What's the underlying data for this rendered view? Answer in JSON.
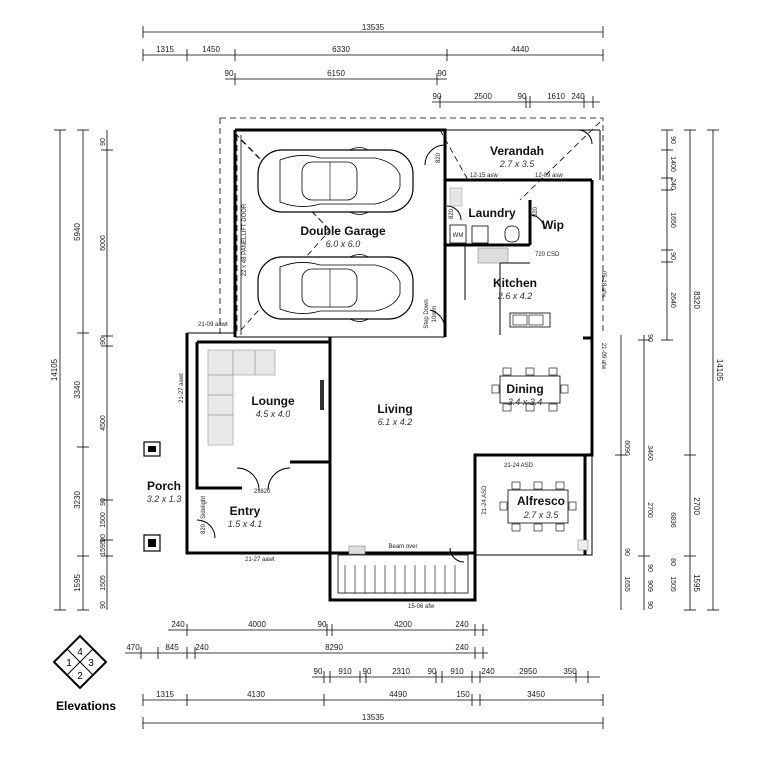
{
  "dims": {
    "top": [
      "13535",
      "1315",
      "1450",
      "6330",
      "4440",
      "90",
      "6150",
      "90",
      "90",
      "2500",
      "90",
      "1610",
      "240"
    ],
    "bottom": [
      "240",
      "4000",
      "90",
      "4200",
      "240",
      "470",
      "845",
      "240",
      "8290",
      "240",
      "90",
      "910",
      "90",
      "2310",
      "90",
      "910",
      "240",
      "2950",
      "350",
      "1315",
      "4130",
      "4490",
      "150",
      "3450",
      "13535"
    ],
    "left": [
      "14105",
      "5940",
      "3340",
      "3230",
      "1595",
      "90",
      "6000",
      "90",
      "4500",
      "90",
      "1500",
      "90",
      "1505",
      "1595",
      "90"
    ],
    "right": [
      "14105",
      "8320",
      "2700",
      "1595",
      "90",
      "1400",
      "240",
      "1650",
      "90",
      "2640",
      "90",
      "6090",
      "3460",
      "6836",
      "2700",
      "90",
      "1655",
      "90",
      "909",
      "90",
      "1505",
      "80"
    ]
  },
  "rooms": {
    "garage": {
      "name": "Double Garage",
      "size": "6.0 x 6.0"
    },
    "verandah": {
      "name": "Verandah",
      "size": "2.7 x 3.5"
    },
    "laundry": {
      "name": "Laundry"
    },
    "wip": {
      "name": "Wip"
    },
    "kitchen": {
      "name": "Kitchen",
      "size": "2.6 x 4.2"
    },
    "dining": {
      "name": "Dining",
      "size": "3.4 x 3.4"
    },
    "lounge": {
      "name": "Lounge",
      "size": "4.5 x 4.0"
    },
    "living": {
      "name": "Living",
      "size": "6.1 x 4.2"
    },
    "porch": {
      "name": "Porch",
      "size": "3.2 x 1.3"
    },
    "entry": {
      "name": "Entry",
      "size": "1.5 x 4.1"
    },
    "alfresco": {
      "name": "Alfresco",
      "size": "2.7 x 3.5"
    }
  },
  "notes": {
    "panel_door": "22 x 48 PANELLIFT DOOR",
    "step_down": "Step Down",
    "step_mm": "10mm",
    "csd": "720 CSD",
    "asw1": "12-15 asw",
    "asw2": "12-09 asw",
    "w820a": "820",
    "w820b": "820",
    "wm": "WM",
    "awt1": "21-09 aawt",
    "awt2": "21-27 aawt",
    "awt3": "21-27 aawt",
    "afw1": "05-18 afw",
    "afw2": "21-09 afw",
    "afw3": "15-06 afw",
    "asd1": "21-24 ASD",
    "asd2": "21-24 ASD",
    "beam": "Beam over",
    "door2x820": "2x820",
    "sidelight": "820 / Sidelight"
  },
  "legend": {
    "q1": "1",
    "q2": "2",
    "q3": "3",
    "q4": "4",
    "title": "Elevations"
  }
}
